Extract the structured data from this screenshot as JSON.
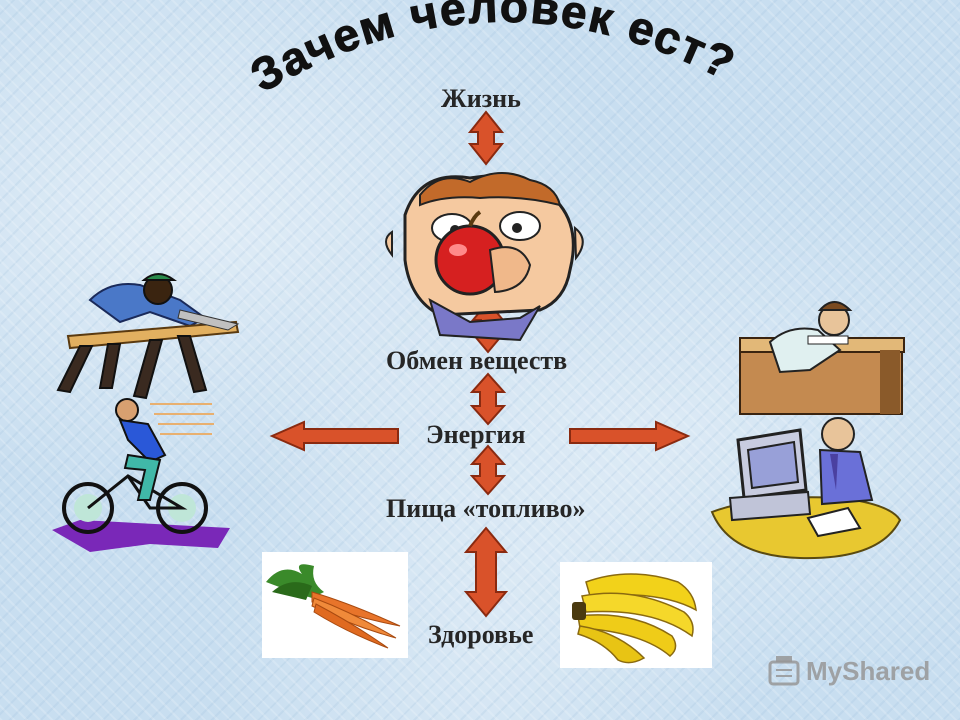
{
  "title": "Зачем человек ест?",
  "labels": {
    "life": "Жизнь",
    "metabolism": "Обмен веществ",
    "energy": "Энергия",
    "food": "Пища «топливо»",
    "health": "Здоровье"
  },
  "watermark": {
    "text": "MyShared"
  },
  "colors": {
    "arrow_fill": "#d9522a",
    "arrow_stroke": "#8a2a10",
    "title": "#111111",
    "background": "#c8def0"
  },
  "icons": {
    "center": "boy-eating-apple-icon",
    "top_left": "carpenter-sawing-icon",
    "bottom_left": "cyclist-icon",
    "top_right": "student-writing-icon",
    "bottom_right": "computer-worker-icon",
    "bottom_left_photo": "carrots-icon",
    "bottom_right_photo": "bananas-icon"
  }
}
